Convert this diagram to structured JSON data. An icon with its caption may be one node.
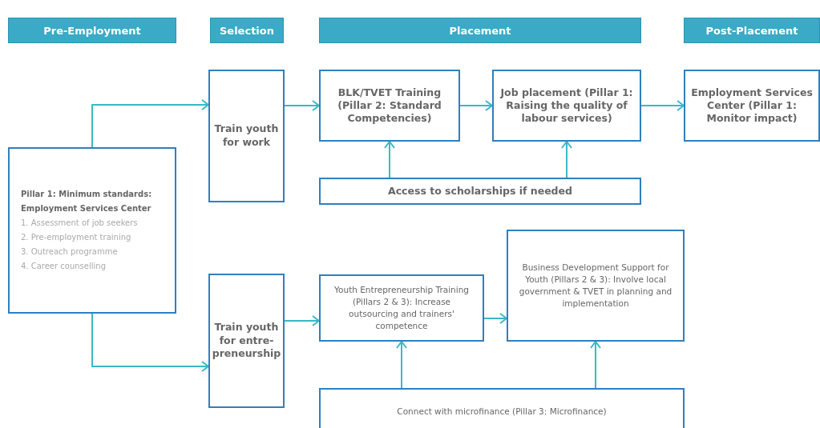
{
  "diagram": {
    "nodes": [
      {
        "text": [
          "Pre-Employment"
        ]
      },
      {
        "text": [
          "Selection"
        ]
      },
      {
        "text": [
          "Placement"
        ]
      },
      {
        "text": [
          "Post-Placement"
        ]
      },
      {
        "text": [
          "Pillar 1: Minimum standards: Employment Services Center",
          "1. Assessment of job seekers",
          "2. Pre-employment training",
          "3. Outreach programme",
          "4. Career counselling"
        ]
      },
      {
        "text": [
          "Train youth for work"
        ]
      },
      {
        "text": [
          "BLK/TVET Training (Pillar 2: Standard Competencies)"
        ]
      },
      {
        "text": [
          "Job placement (Pillar 1: Raising the quality of labour services)"
        ]
      },
      {
        "text": [
          "Employment Services Center (Pillar 1: Monitor impact)"
        ]
      },
      {
        "text": [
          "Access to scholarships if needed"
        ]
      },
      {
        "text": [
          "Train youth for entre-preneurship"
        ]
      },
      {
        "text": [
          "Youth Entrepreneurship Training (Pillars 2 & 3): Increase outsourcing and trainers' competence"
        ]
      },
      {
        "text": [
          "Business Development Support for Youth (Pillars 2 & 3): Involve local government & TVET in planning and implementation"
        ]
      },
      {
        "text": [
          "Connect with microfinance (Pillar 3: Microfinance)"
        ]
      }
    ],
    "edges": [
      {
        "from": 4,
        "to": 5,
        "arrow": "to"
      },
      {
        "from": 4,
        "to": 10,
        "arrow": "to"
      },
      {
        "from": 5,
        "to": 6,
        "arrow": "to"
      },
      {
        "from": 6,
        "to": 7,
        "arrow": "to"
      },
      {
        "from": 7,
        "to": 8,
        "arrow": "to"
      },
      {
        "from": 9,
        "to": 6,
        "arrow": "to"
      },
      {
        "from": 9,
        "to": 7,
        "arrow": "to"
      },
      {
        "from": 10,
        "to": 11,
        "arrow": "to"
      },
      {
        "from": 11,
        "to": 12,
        "arrow": "to"
      },
      {
        "from": 13,
        "to": 11,
        "arrow": "to"
      },
      {
        "from": 13,
        "to": 12,
        "arrow": "to"
      }
    ]
  }
}
